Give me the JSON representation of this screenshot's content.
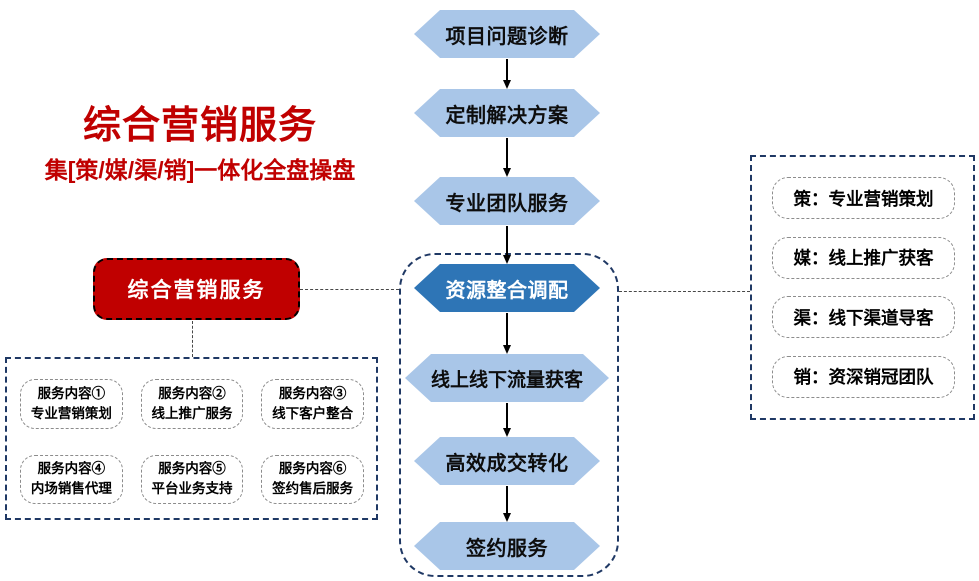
{
  "header": {
    "title": "综合营销服务",
    "subtitle": "集[策/媒/渠/销]一体化全盘操盘"
  },
  "marketing_node": {
    "label": "综合营销服务"
  },
  "flow_steps": [
    {
      "label": "项目问题诊断",
      "style": "light"
    },
    {
      "label": "定制解决方案",
      "style": "light"
    },
    {
      "label": "专业团队服务",
      "style": "light"
    },
    {
      "label": "资源整合调配",
      "style": "dark"
    },
    {
      "label": "线上线下流量获客",
      "style": "light"
    },
    {
      "label": "高效成交转化",
      "style": "light"
    },
    {
      "label": "签约服务",
      "style": "light"
    }
  ],
  "service_items": [
    {
      "line1": "服务内容①",
      "line2": "专业营销策划"
    },
    {
      "line1": "服务内容②",
      "line2": "线上推广服务"
    },
    {
      "line1": "服务内容③",
      "line2": "线下客户整合"
    },
    {
      "line1": "服务内容④",
      "line2": "内场销售代理"
    },
    {
      "line1": "服务内容⑤",
      "line2": "平台业务支持"
    },
    {
      "line1": "服务内容⑥",
      "line2": "签约售后服务"
    }
  ],
  "legend_items": [
    {
      "label": "策：专业营销策划"
    },
    {
      "label": "媒：线上推广获客"
    },
    {
      "label": "渠：线下渠道导客"
    },
    {
      "label": "销：资深销冠团队"
    }
  ],
  "colors": {
    "accent_red": "#C00000",
    "hex_light_blue": "#A9C6E8",
    "hex_dark_blue": "#2E75B6",
    "dashed_navy": "#1F3864",
    "dashed_gray": "#8C8C8C"
  }
}
